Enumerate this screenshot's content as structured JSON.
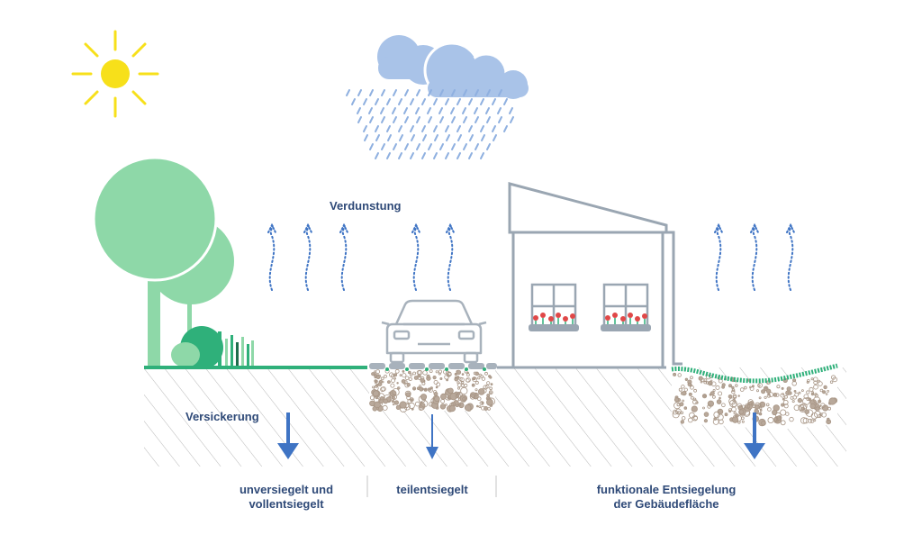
{
  "labels": {
    "evaporation": "Verdunstung",
    "infiltration": "Versickerung",
    "category_1": [
      "unversiegelt und",
      "vollentsiegelt"
    ],
    "category_2": "teilentsiegelt",
    "category_3": [
      "funktionale Entsiegelung",
      "der Gebäudefläche"
    ]
  },
  "colors": {
    "label": "#2f4a78",
    "sun": "#f7e01a",
    "cloud": "#a9c3e8",
    "rain": "#8fb0e0",
    "tree": "#8ed8a8",
    "shrub_dark": "#2fb07a",
    "building": "#9aa6b2",
    "arrow": "#3f74c4",
    "evaporation_dots": "#3f74c4",
    "hatch": "#b8b8b8",
    "flowers": "#e04848"
  },
  "icons": [
    "sun-icon",
    "rain-cloud-icon",
    "tree-icon",
    "car-icon",
    "house-icon",
    "infiltration-arrow-icon",
    "evaporation-arrow-icon"
  ]
}
